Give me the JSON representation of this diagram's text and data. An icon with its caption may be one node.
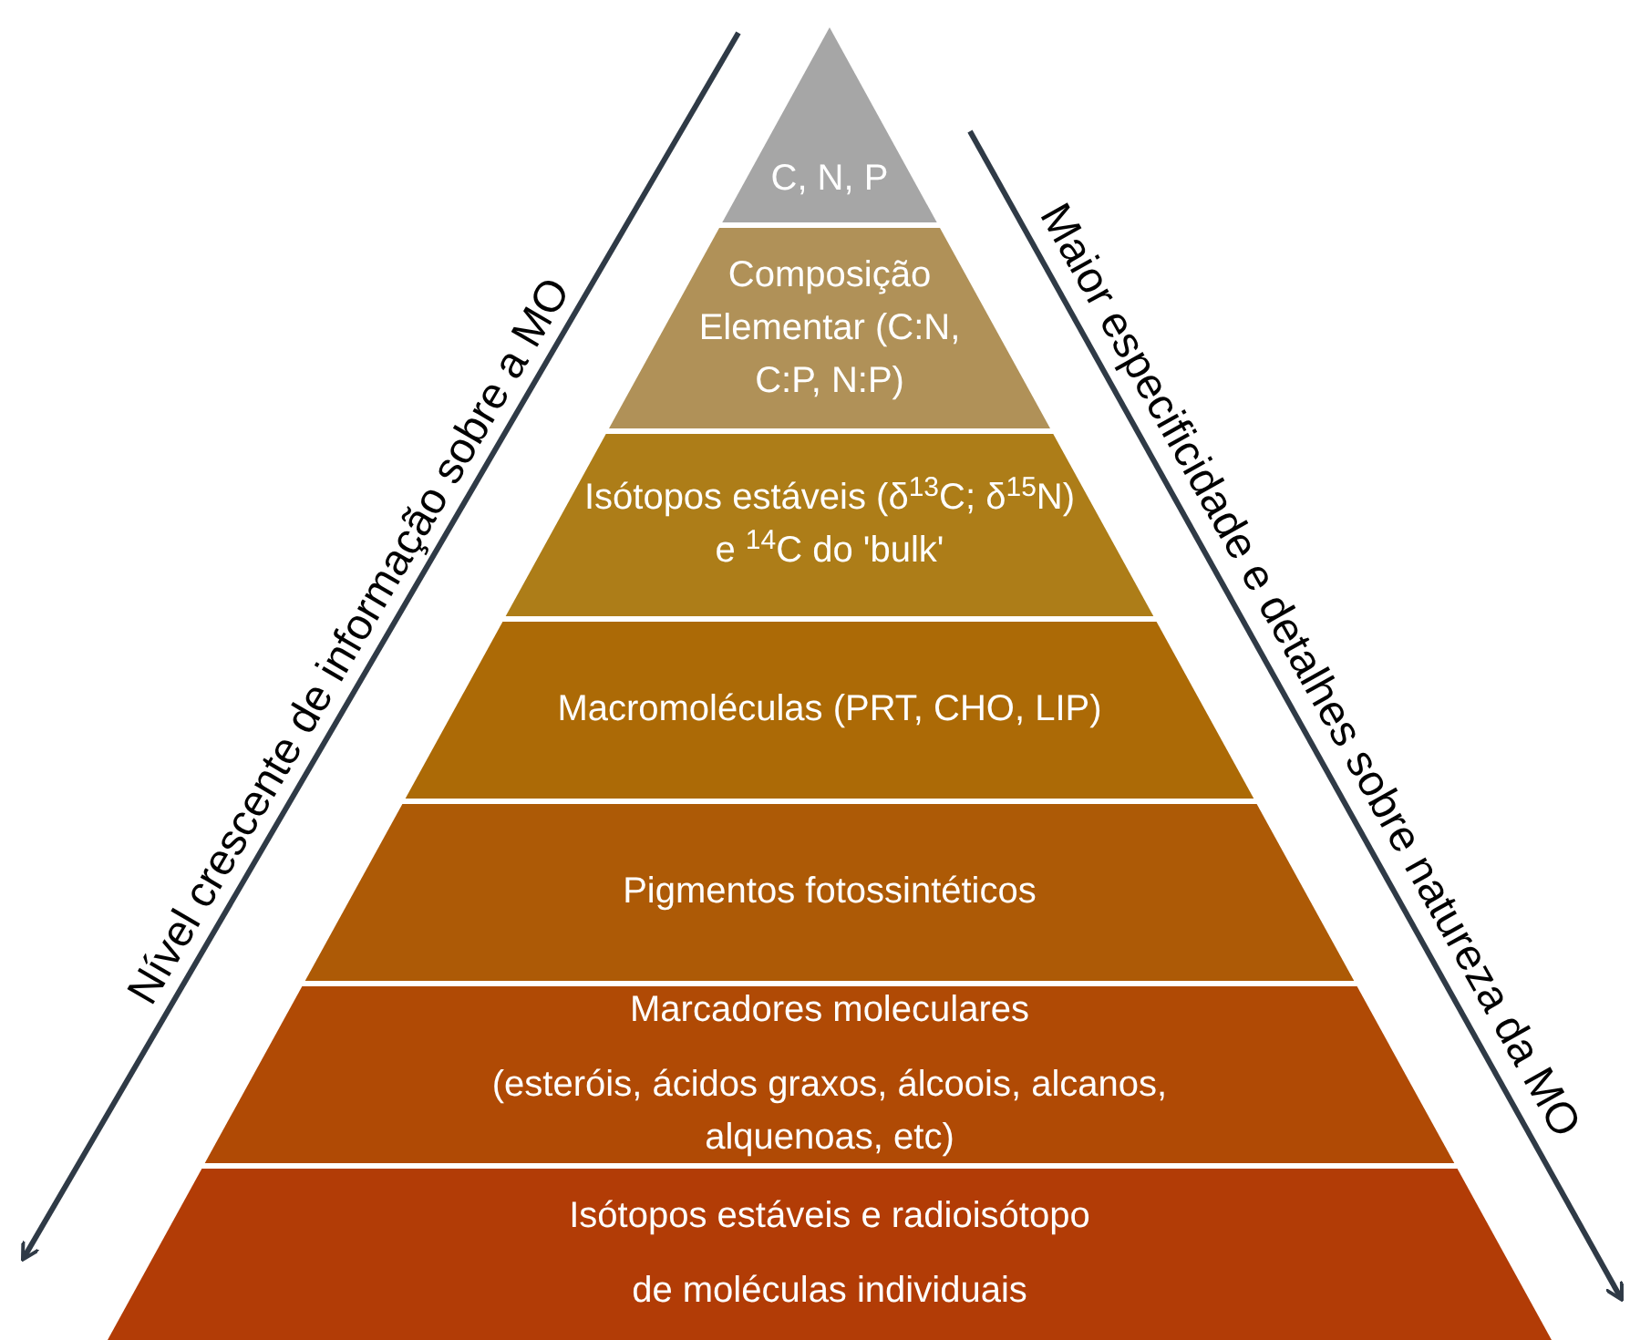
{
  "diagram": {
    "nodes": [
      {
        "text": [
          "C, N, P"
        ]
      },
      {
        "text": [
          "Composição Elementar (C:N, C:P, N:P)"
        ]
      },
      {
        "text": [
          "Isótopos estáveis (δ$^{13}$C; δ$^{15}$N) e $^{14}$C do 'bulk'"
        ]
      },
      {
        "text": [
          "Macromoléculas (PRT, CHO, LIP)"
        ]
      },
      {
        "text": [
          "Pigmentos fotossintéticos"
        ]
      },
      {
        "text": [
          "Marcadores moleculares",
          "(esteróis, ácidos graxos, álcoois, alcanos, alquenoas, etc)"
        ]
      },
      {
        "text": [
          "Isótopos estáveis e radioisótopo",
          "de moléculas individuais"
        ]
      }
    ],
    "edges": [],
    "labels": [
      "Nível crescente de informação sobre a MO",
      "Maior especificidade e detalhes sobre natureza da MO"
    ]
  }
}
